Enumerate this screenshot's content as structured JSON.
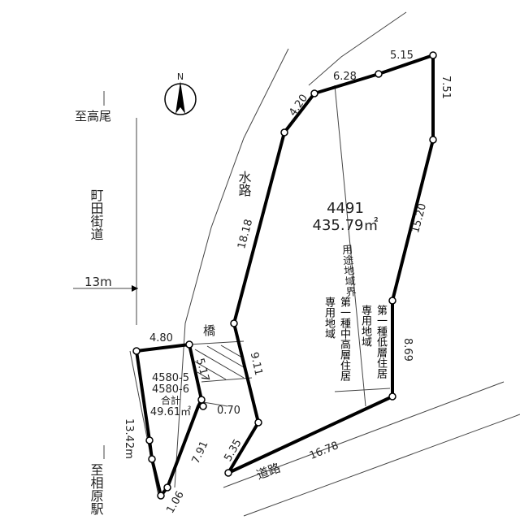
{
  "north_label": "N",
  "labels": {
    "to_takao": "至高尾",
    "machida_road": "町田街道",
    "road_width": "13m",
    "to_sagamihara": "至相原駅",
    "waterway": "水路",
    "bridge": "橋",
    "road": "道路",
    "zone_boundary": "用途地域界",
    "zone_left": "第一種中高層住居専用地域",
    "zone_right": "第一種低層住居専用地域"
  },
  "lot_main": {
    "number": "4491",
    "area": "435.79㎡"
  },
  "lot_small": {
    "number_1": "4580-5",
    "number_2": "4580-6",
    "total_label": "合計",
    "area": "49.61㎡"
  },
  "dimensions": {
    "d1": "4.20",
    "d2": "6.28",
    "d3": "5.15",
    "d4": "7.51",
    "d5": "15.20",
    "d6": "8.69",
    "d7": "16.78",
    "d8": "5.35",
    "d9": "9.11",
    "d10": "18.18",
    "d11": "4.80",
    "d12": "5.17",
    "d13": "0.70",
    "d14": "7.91",
    "d15": "1.06",
    "d16": "13.42m"
  }
}
